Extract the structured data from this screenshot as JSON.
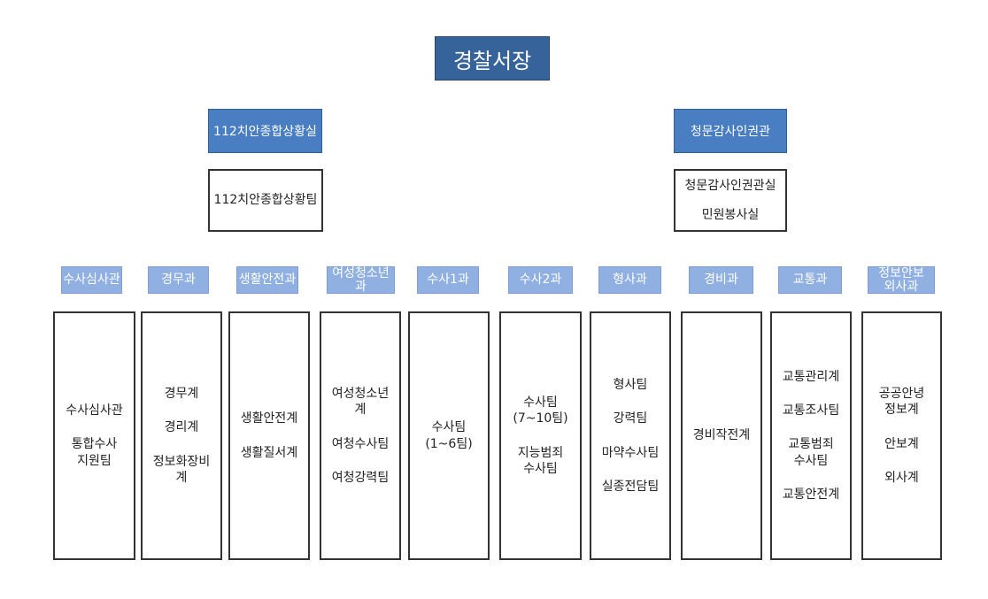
{
  "chief": "경찰서장",
  "left_unit": {
    "title": "112치안종합상황실",
    "items": [
      "112치안종합상황팀"
    ]
  },
  "right_unit": {
    "title": "청문감사인권관",
    "items": [
      "청문감사인권관실",
      "민원봉사실"
    ]
  },
  "sections": [
    {
      "title": "수사심사관",
      "items": [
        "수사심사관",
        "통합수사\n지원팀"
      ]
    },
    {
      "title": "경무과",
      "items": [
        "경무계",
        "경리계",
        "정보화장비계"
      ]
    },
    {
      "title": "생활안전과",
      "items": [
        "생활안전계",
        "생활질서계"
      ]
    },
    {
      "title": "여성청소년과",
      "items": [
        "여성청소년계",
        "여청수사팀",
        "여청강력팀"
      ]
    },
    {
      "title": "수사1과",
      "items": [
        "수사팀\n(1~6팀)"
      ]
    },
    {
      "title": "수사2과",
      "items": [
        "수사팀\n(7~10팀)",
        "지능범죄\n수사팀"
      ]
    },
    {
      "title": "형사과",
      "items": [
        "형사팀",
        "강력팀",
        "마약수사팀",
        "실종전담팀"
      ]
    },
    {
      "title": "경비과",
      "items": [
        "경비작전계"
      ]
    },
    {
      "title": "교통과",
      "items": [
        "교통관리계",
        "교통조사팀",
        "교통범죄\n수사팀",
        "교통안전계"
      ]
    },
    {
      "title": "정보안보\n외사과",
      "items": [
        "공공안녕\n정보계",
        "안보계",
        "외사계"
      ]
    }
  ]
}
